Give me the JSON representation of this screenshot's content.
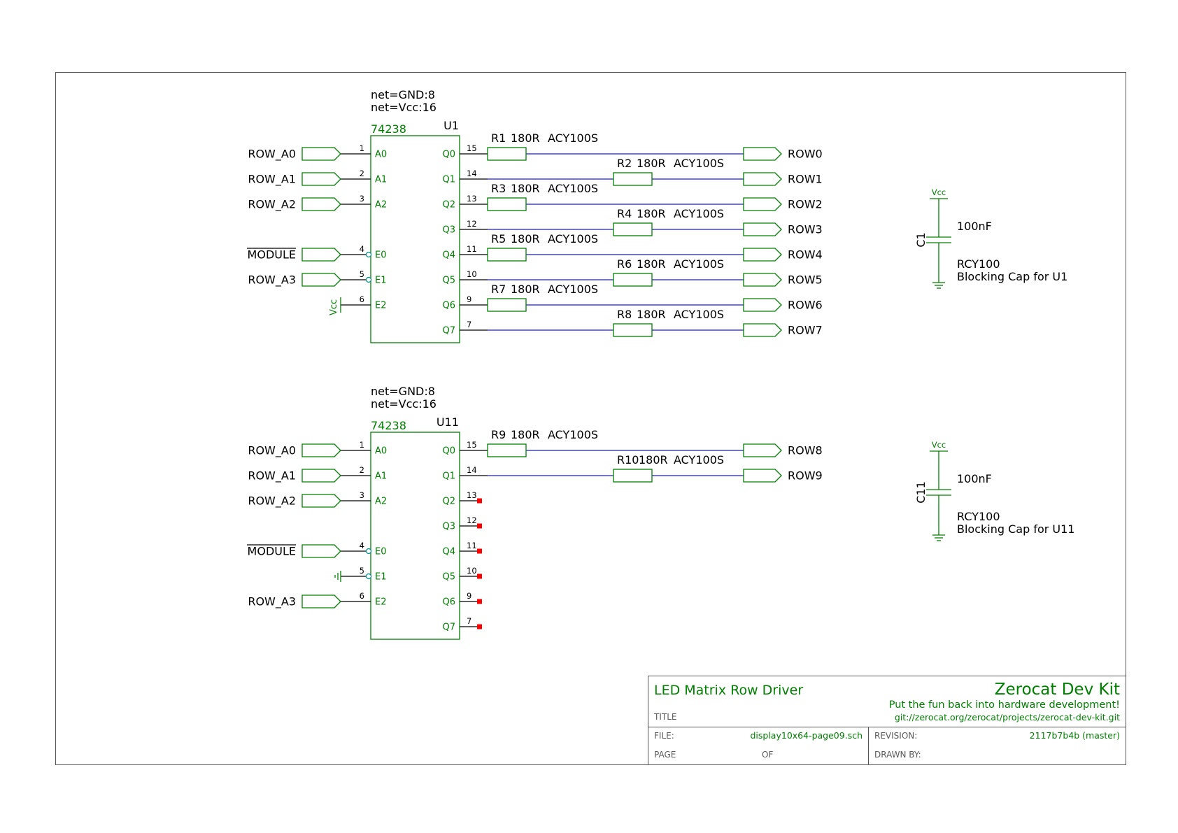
{
  "drawing": {
    "u1": {
      "nets": [
        "net=GND:8",
        "net=Vcc:16"
      ],
      "part": "74238",
      "ref": "U1",
      "inputs": [
        {
          "label": "ROW_A0",
          "pin_num": "1",
          "pin_name": "A0"
        },
        {
          "label": "ROW_A1",
          "pin_num": "2",
          "pin_name": "A1"
        },
        {
          "label": "ROW_A2",
          "pin_num": "3",
          "pin_name": "A2"
        },
        {
          "label": "MODULE",
          "pin_num": "4",
          "pin_name": "E0"
        },
        {
          "label": "ROW_A3",
          "pin_num": "5",
          "pin_name": "E1"
        }
      ],
      "tie_pin": {
        "pin_num": "6",
        "pin_name": "E2",
        "net": "Vcc"
      },
      "outputs": [
        {
          "pin_name": "Q0",
          "pin_num": "15",
          "res_ref": "R1",
          "res_val": "180R",
          "res_pkg": "ACY100S",
          "label": "ROW0"
        },
        {
          "pin_name": "Q1",
          "pin_num": "14",
          "res_ref": "R2",
          "res_val": "180R",
          "res_pkg": "ACY100S",
          "label": "ROW1"
        },
        {
          "pin_name": "Q2",
          "pin_num": "13",
          "res_ref": "R3",
          "res_val": "180R",
          "res_pkg": "ACY100S",
          "label": "ROW2"
        },
        {
          "pin_name": "Q3",
          "pin_num": "12",
          "res_ref": "R4",
          "res_val": "180R",
          "res_pkg": "ACY100S",
          "label": "ROW3"
        },
        {
          "pin_name": "Q4",
          "pin_num": "11",
          "res_ref": "R5",
          "res_val": "180R",
          "res_pkg": "ACY100S",
          "label": "ROW4"
        },
        {
          "pin_name": "Q5",
          "pin_num": "10",
          "res_ref": "R6",
          "res_val": "180R",
          "res_pkg": "ACY100S",
          "label": "ROW5"
        },
        {
          "pin_name": "Q6",
          "pin_num": "9",
          "res_ref": "R7",
          "res_val": "180R",
          "res_pkg": "ACY100S",
          "label": "ROW6"
        },
        {
          "pin_name": "Q7",
          "pin_num": "7",
          "res_ref": "R8",
          "res_val": "180R",
          "res_pkg": "ACY100S",
          "label": "ROW7"
        }
      ]
    },
    "u11": {
      "nets": [
        "net=GND:8",
        "net=Vcc:16"
      ],
      "part": "74238",
      "ref": "U11",
      "inputs": [
        {
          "label": "ROW_A0",
          "pin_num": "1",
          "pin_name": "A0"
        },
        {
          "label": "ROW_A1",
          "pin_num": "2",
          "pin_name": "A1"
        },
        {
          "label": "ROW_A2",
          "pin_num": "3",
          "pin_name": "A2"
        },
        {
          "label": "MODULE",
          "pin_num": "4",
          "pin_name": "E0"
        },
        {
          "label": "ROW_A3",
          "pin_num": "6",
          "pin_name": "E2"
        }
      ],
      "tie_pin": {
        "pin_num": "5",
        "pin_name": "E1",
        "net": "GND"
      },
      "outputs": [
        {
          "pin_name": "Q0",
          "pin_num": "15",
          "res_ref": "R9",
          "res_val": "180R",
          "res_pkg": "ACY100S",
          "label": "ROW8"
        },
        {
          "pin_name": "Q1",
          "pin_num": "14",
          "res_ref": "R10",
          "res_val": "180R",
          "res_pkg": "ACY100S",
          "label": "ROW9"
        },
        {
          "pin_name": "Q2",
          "pin_num": "13"
        },
        {
          "pin_name": "Q3",
          "pin_num": "12"
        },
        {
          "pin_name": "Q4",
          "pin_num": "11"
        },
        {
          "pin_name": "Q5",
          "pin_num": "10"
        },
        {
          "pin_name": "Q6",
          "pin_num": "9"
        },
        {
          "pin_name": "Q7",
          "pin_num": "7"
        }
      ]
    },
    "c1": {
      "ref": "C1",
      "value": "100nF",
      "package": "RCY100",
      "note": "Blocking Cap for U1",
      "power": "Vcc"
    },
    "c11": {
      "ref": "C11",
      "value": "100nF",
      "package": "RCY100",
      "note": "Blocking Cap for U11",
      "power": "Vcc"
    }
  },
  "title_block": {
    "title": "LED Matrix Row Driver",
    "title_label": "TITLE",
    "company": "Zerocat Dev Kit",
    "slogan": "Put the fun back into hardware development!",
    "repo": "git://zerocat.org/zerocat/projects/zerocat-dev-kit.git",
    "file_label": "FILE:",
    "file": "display10x64-page09.sch",
    "revision_label": "REVISION:",
    "revision": "2117b7b4b (master)",
    "page_label": "PAGE",
    "of_label": "OF",
    "drawn_by_label": "DRAWN BY:"
  },
  "colors": {
    "symbol": "#008000",
    "wire": "#1a1ad6",
    "pin": "#000000",
    "unconnected": "#ff0000"
  }
}
